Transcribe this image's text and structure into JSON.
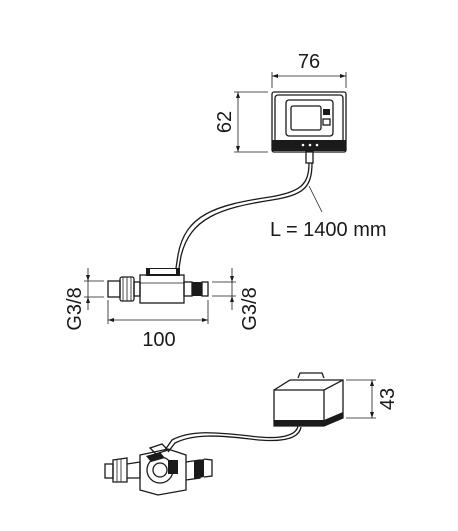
{
  "dimensions": {
    "unit_width": "76",
    "unit_height": "62",
    "cable_length": "L = 1400 mm",
    "inlet_thread": "G3/8",
    "outlet_thread": "G3/8",
    "valve_length": "100",
    "unit_depth": "43"
  }
}
